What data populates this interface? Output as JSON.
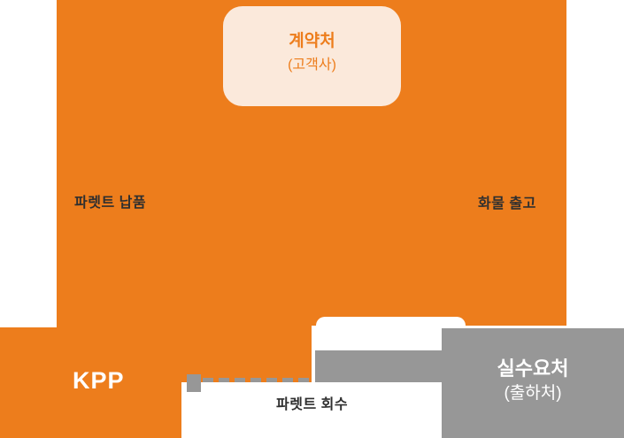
{
  "diagram": {
    "contract_box": {
      "title": "계약처",
      "subtitle": "(고객사)"
    },
    "kpp_label": "KPP",
    "consumer_box": {
      "title": "실수요처",
      "subtitle": "(출하처)"
    },
    "labels": {
      "pallet_delivery": "파렛트 납품",
      "cargo_out": "화물 출고",
      "pallet_return": "파렛트 회수"
    },
    "colors": {
      "orange": "#ED7D1C",
      "gray": "#979797",
      "cream": "#FBE9DB",
      "dark_text": "#2F2F2F",
      "white_text": "#FFFFFF"
    }
  }
}
